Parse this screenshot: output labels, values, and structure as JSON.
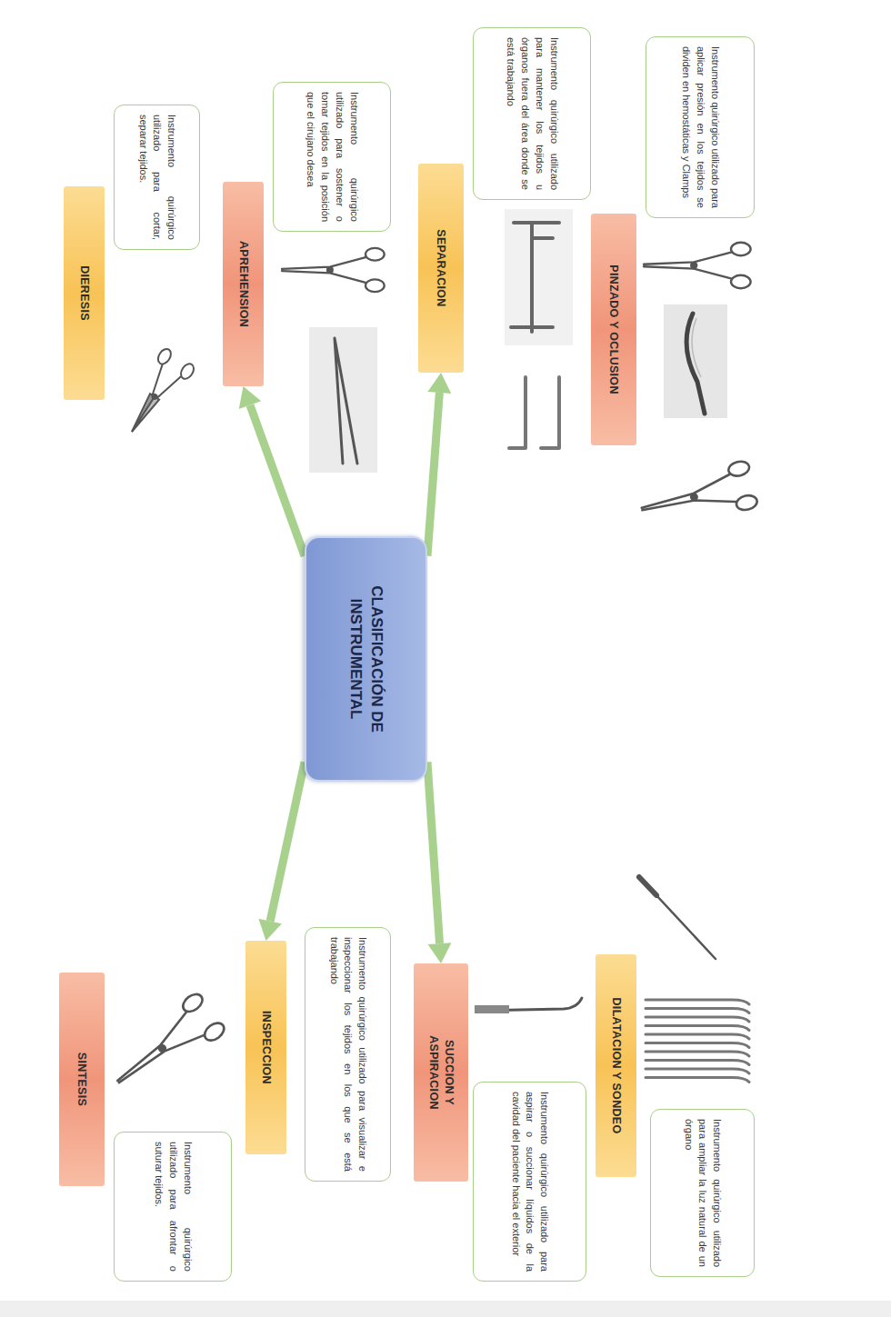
{
  "diagram": {
    "nodes": [
      {
        "text": [
          "CLASIFICACIÓN DE INSTRUMENTAL"
        ]
      },
      {
        "text": [
          "DIERESIS"
        ]
      },
      {
        "text": [
          "Instrumento quirúrgico utilizado para cortar, separar tejidos."
        ]
      },
      {
        "text": [
          "APREHENSION"
        ]
      },
      {
        "text": [
          "Instrumento quirúrgico utilizado para sostener o tomar tejidos en la posición que el cirujano desea"
        ]
      },
      {
        "text": [
          "SEPARACION"
        ]
      },
      {
        "text": [
          "Instrumento quirúrgico utilizado para mantener los tejidos u órganos fuera del área donde se está trabajando"
        ]
      },
      {
        "text": [
          "PINZADO Y OCLUSION"
        ]
      },
      {
        "text": [
          "Instrumento quirúrgico utilizado para aplicar presión en los tejidos se dividen en hemostáticas y Clamps"
        ]
      },
      {
        "text": [
          "SINTESIS"
        ]
      },
      {
        "text": [
          "Instrumento quirúrgico utilizado para afrontar o suturar tejidos."
        ]
      },
      {
        "text": [
          "INSPECCION"
        ]
      },
      {
        "text": [
          "Instrumento quirúrgico utilizado para visualizar e inspeccionar los tejidos en los que se está trabajando"
        ]
      },
      {
        "text": [
          "SUCCION Y ASPIRACION"
        ]
      },
      {
        "text": [
          "Instrumento quirúrgico utilizado para aspirar o succionar líquidos de la cavidad del paciente hacia el exterior"
        ]
      },
      {
        "text": [
          "DILATACION Y SONDEO"
        ]
      },
      {
        "text": [
          "Instrumento quirúrgico utilizado para ampliar la luz natural de un órgano"
        ]
      }
    ],
    "edges": [
      {
        "from": 0,
        "to": 3,
        "arrow": "to"
      },
      {
        "from": 0,
        "to": 5,
        "arrow": "to"
      },
      {
        "from": 0,
        "to": 11,
        "arrow": "to"
      },
      {
        "from": 0,
        "to": 13,
        "arrow": "to"
      }
    ]
  }
}
